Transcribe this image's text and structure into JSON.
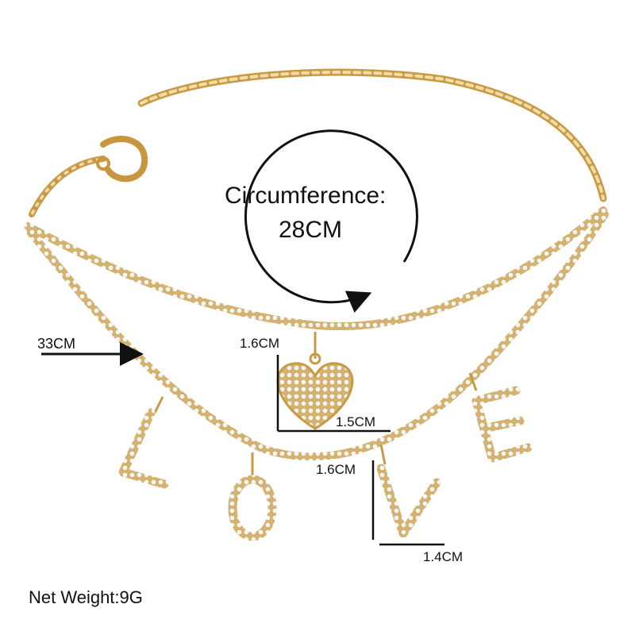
{
  "product": {
    "circumference_label": "Circumference:",
    "circumference_value": "28CM",
    "length_label": "33CM",
    "heart_height": "1.6CM",
    "heart_width": "1.5CM",
    "letter_height": "1.6CM",
    "letter_width": "1.4CM",
    "net_weight": "Net Weight:9G",
    "pendant_letters": [
      "L",
      "O",
      "V",
      "E"
    ]
  },
  "colors": {
    "background": "#ffffff",
    "gold": "#d6aa55",
    "gold_dark": "#a87a2a",
    "stone": "#f4f1ea",
    "annotation": "#111111"
  }
}
